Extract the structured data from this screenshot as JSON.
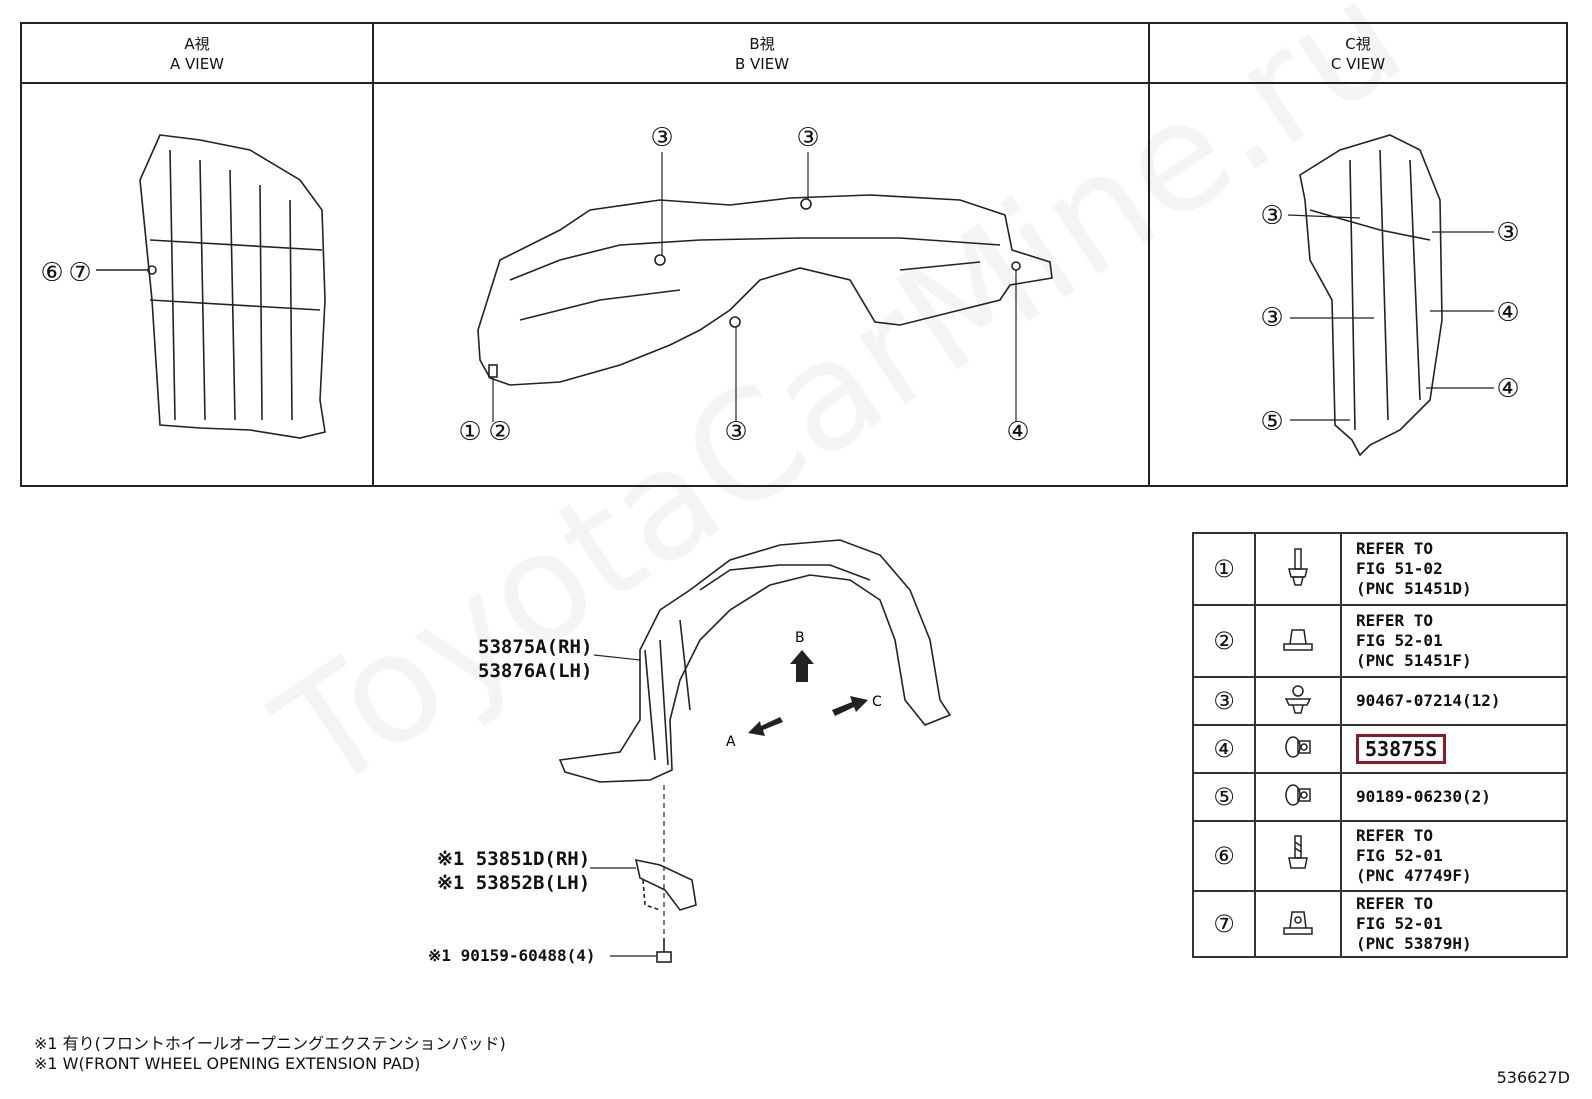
{
  "views": [
    {
      "jp": "A視",
      "en": "A VIEW"
    },
    {
      "jp": "B視",
      "en": "B VIEW"
    },
    {
      "jp": "C視",
      "en": "C VIEW"
    }
  ],
  "callouts": {
    "c1": "①",
    "c2": "②",
    "c3": "③",
    "c4": "④",
    "c5": "⑤",
    "c6": "⑥",
    "c7": "⑦"
  },
  "main": {
    "liner_rh": "53875A(RH)",
    "liner_lh": "53876A(LH)",
    "pad_rh": "※1 53851D(RH)",
    "pad_lh": "※1 53852B(LH)",
    "screw": "※1 90159-60488(4)",
    "arrow_a": "A",
    "arrow_b": "B",
    "arrow_c": "C"
  },
  "parts": [
    {
      "num": "①",
      "icon": "screw-clip-icon",
      "ref": [
        "REFER TO",
        "FIG 51-02",
        "(PNC 51451D)"
      ]
    },
    {
      "num": "②",
      "icon": "clip-nut-icon",
      "ref": [
        "REFER TO",
        "FIG 52-01",
        "(PNC 51451F)"
      ]
    },
    {
      "num": "③",
      "icon": "push-clip-icon",
      "ref": [
        "90467-07214(12)"
      ]
    },
    {
      "num": "④",
      "icon": "grommet-icon",
      "ref": [
        "53875S"
      ],
      "highlight": true
    },
    {
      "num": "⑤",
      "icon": "grommet-icon",
      "ref": [
        "90189-06230(2)"
      ]
    },
    {
      "num": "⑥",
      "icon": "screw-icon",
      "ref": [
        "REFER TO",
        "FIG 52-01",
        "(PNC 47749F)"
      ]
    },
    {
      "num": "⑦",
      "icon": "clip-nut-icon",
      "ref": [
        "REFER TO",
        "FIG 52-01",
        "(PNC 53879H)"
      ]
    }
  ],
  "notes": {
    "jp": "※1 有り(フロントホイールオープニングエクステンションパッド)",
    "en": "※1 W(FRONT WHEEL OPENING EXTENSION PAD)"
  },
  "figure_id": "536627D",
  "watermark": "ToyotaCarMine.ru",
  "colors": {
    "highlight": "#8b1a2b",
    "line": "#222222"
  }
}
